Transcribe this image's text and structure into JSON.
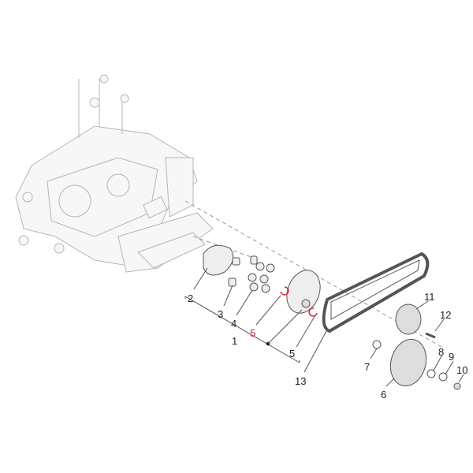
{
  "diagram": {
    "callouts": [
      {
        "id": "2",
        "text": "2",
        "color": "#222222"
      },
      {
        "id": "3",
        "text": "3",
        "color": "#222222"
      },
      {
        "id": "4",
        "text": "4",
        "color": "#222222"
      },
      {
        "id": "5a",
        "text": "5",
        "color": "#e0223a"
      },
      {
        "id": "1",
        "text": "1",
        "color": "#222222"
      },
      {
        "id": "5b",
        "text": "5",
        "color": "#222222"
      },
      {
        "id": "13",
        "text": "13",
        "color": "#222222"
      },
      {
        "id": "11",
        "text": "11",
        "color": "#222222"
      },
      {
        "id": "12",
        "text": "12",
        "color": "#222222"
      },
      {
        "id": "7",
        "text": "7",
        "color": "#222222"
      },
      {
        "id": "8",
        "text": "8",
        "color": "#222222"
      },
      {
        "id": "9",
        "text": "9",
        "color": "#222222"
      },
      {
        "id": "10",
        "text": "10",
        "color": "#222222"
      },
      {
        "id": "6",
        "text": "6",
        "color": "#222222"
      }
    ],
    "colors": {
      "line": "#555555",
      "engine": "#b5b5b5",
      "highlight": "#e0223a"
    }
  }
}
